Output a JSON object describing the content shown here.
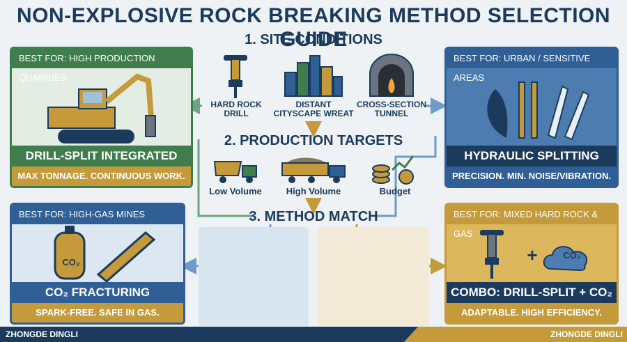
{
  "title": "NON-EXPLOSIVE ROCK BREAKING METHOD SELECTION GUIDE",
  "steps": {
    "site_conditions": "1. SITE CONDITIONS",
    "production_targets": "2. PRODUCTION TARGETS",
    "method_match": "3. METHOD MATCH"
  },
  "site_icons": {
    "drill": {
      "line1": "HARD ROCK",
      "line2": "DRILL"
    },
    "city": {
      "line1": "DISTANT",
      "line2": "CITYSCAPE WREAT"
    },
    "tunnel": {
      "line1": "CROSS-SECTION",
      "line2": "TUNNEL"
    }
  },
  "production_icons": {
    "low": "Low Volume",
    "high": "High Volume",
    "budget": "Budget"
  },
  "cards": {
    "drill_split": {
      "caption": "BEST FOR: HIGH PRODUCTION QUARRIES",
      "name": "DRILL-SPLIT INTEGRATED",
      "description": "MAX TONNAGE. CONTINUOUS WORK."
    },
    "hydraulic": {
      "caption": "BEST FOR: URBAN / SENSITIVE AREAS",
      "name": "HYDRAULIC SPLITTING",
      "description": "PRECISION. MIN. NOISE/VIBRATION."
    },
    "co2": {
      "caption": "BEST FOR: HIGH-GAS MINES",
      "name": "CO₂ FRACTURING",
      "description": "SPARK-FREE. SAFE IN GAS."
    },
    "combo": {
      "caption": "BEST FOR: MIXED HARD ROCK & GAS",
      "name": "COMBO: DRILL-SPLIT + CO₂",
      "description": "ADAPTABLE. HIGH EFFICIENCY."
    }
  },
  "co2_labels": {
    "tank": "CO₂",
    "cloud": "CO₂",
    "plus": "+"
  },
  "brand": "ZHONGDE DINGLI",
  "colors": {
    "green": "#3f7d4c",
    "blue": "#2f5f95",
    "gold": "#c49a3a",
    "navy": "#1b3a5c"
  }
}
